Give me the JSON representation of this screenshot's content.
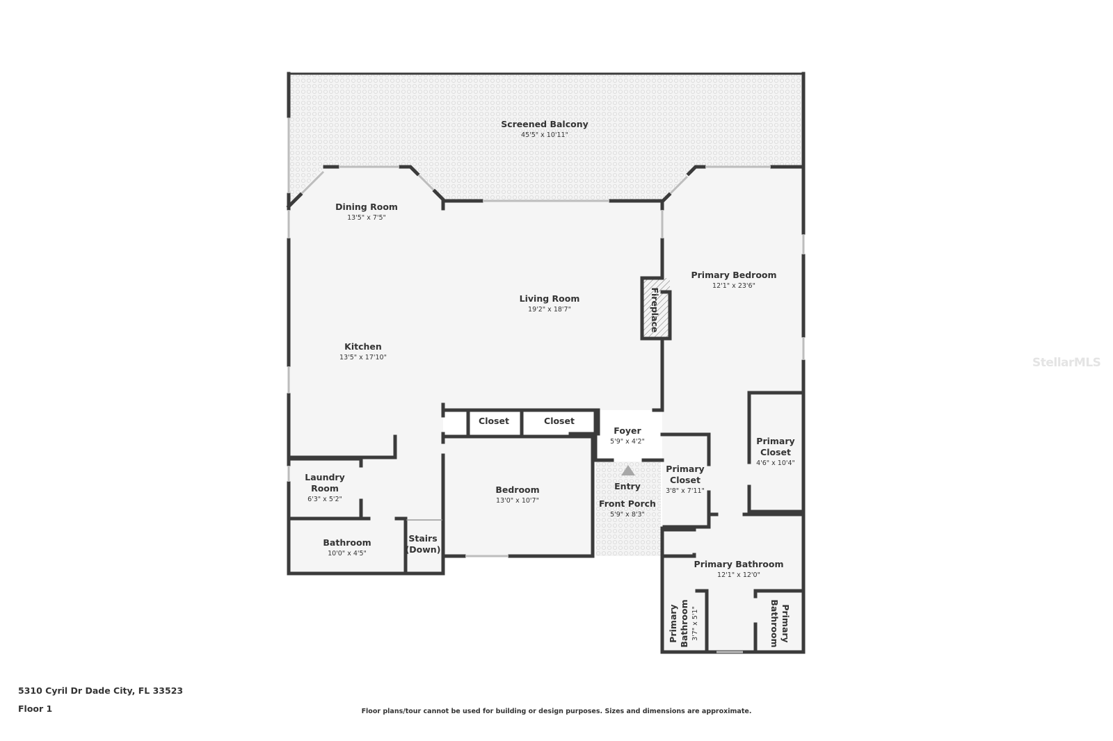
{
  "rooms": {
    "screened_balcony": {
      "name": "Screened Balcony",
      "dim": "45'5\" x 10'11\""
    },
    "dining_room": {
      "name": "Dining Room",
      "dim": "13'5\" x 7'5\""
    },
    "living_room": {
      "name": "Living Room",
      "dim": "19'2\" x 18'7\""
    },
    "kitchen": {
      "name": "Kitchen",
      "dim": "13'5\" x 17'10\""
    },
    "primary_bedroom": {
      "name": "Primary Bedroom",
      "dim": "12'1\" x 23'6\""
    },
    "fireplace": {
      "name": "Fireplace"
    },
    "closet_1": {
      "name": "Closet"
    },
    "closet_2": {
      "name": "Closet"
    },
    "foyer": {
      "name": "Foyer",
      "dim": "5'9\" x 4'2\""
    },
    "entry": {
      "name": "Entry"
    },
    "front_porch": {
      "name": "Front Porch",
      "dim": "5'9\" x 8'3\""
    },
    "laundry_room": {
      "name_line1": "Laundry",
      "name_line2": "Room",
      "dim": "6'3\" x 5'2\""
    },
    "bedroom": {
      "name": "Bedroom",
      "dim": "13'0\" x 10'7\""
    },
    "bathroom": {
      "name": "Bathroom",
      "dim": "10'0\" x 4'5\""
    },
    "stairs": {
      "name_line1": "Stairs",
      "name_line2": "(Down)"
    },
    "primary_closet_small": {
      "name_line1": "Primary",
      "name_line2": "Closet",
      "dim": "3'8\" x 7'11\""
    },
    "primary_closet_large": {
      "name_line1": "Primary",
      "name_line2": "Closet",
      "dim": "4'6\" x 10'4\""
    },
    "primary_bathroom": {
      "name": "Primary Bathroom",
      "dim": "12'1\" x 12'0\""
    },
    "primary_bathroom_left": {
      "name_line1": "Primary",
      "name_line2": "Bathroom",
      "dim": "3'7\" x 5'1\""
    },
    "primary_bathroom_right": {
      "name_line1": "Primary",
      "name_line2": "Bathroom"
    }
  },
  "footer": {
    "address": "5310 Cyril Dr Dade City, FL 33523",
    "floor": "Floor 1",
    "disclaimer": "Floor plans/tour cannot be used for building or design purposes. Sizes and dimensions are approximate."
  },
  "watermark": "StellarMLS",
  "colors": {
    "wall": "#3b3b3b",
    "floor": "#f5f5f5",
    "window": "#bdbdbd",
    "text": "#333333"
  }
}
